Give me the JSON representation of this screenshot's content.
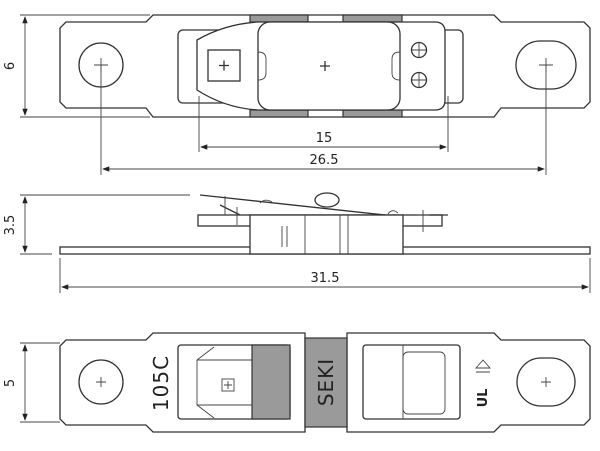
{
  "top_view": {
    "height_dim": "6",
    "housing_width_dim": "15",
    "hole_pitch_dim": "26.5"
  },
  "side_view": {
    "height_dim": "3.5",
    "overall_length_dim": "31.5"
  },
  "bottom_view": {
    "height_dim": "5",
    "temperature_marking": "105C",
    "brand_marking": "SEKI",
    "cert_logo": "UL"
  },
  "colors": {
    "line": "#333333",
    "fill_gray": "#9a9a9a",
    "background": "#ffffff"
  }
}
